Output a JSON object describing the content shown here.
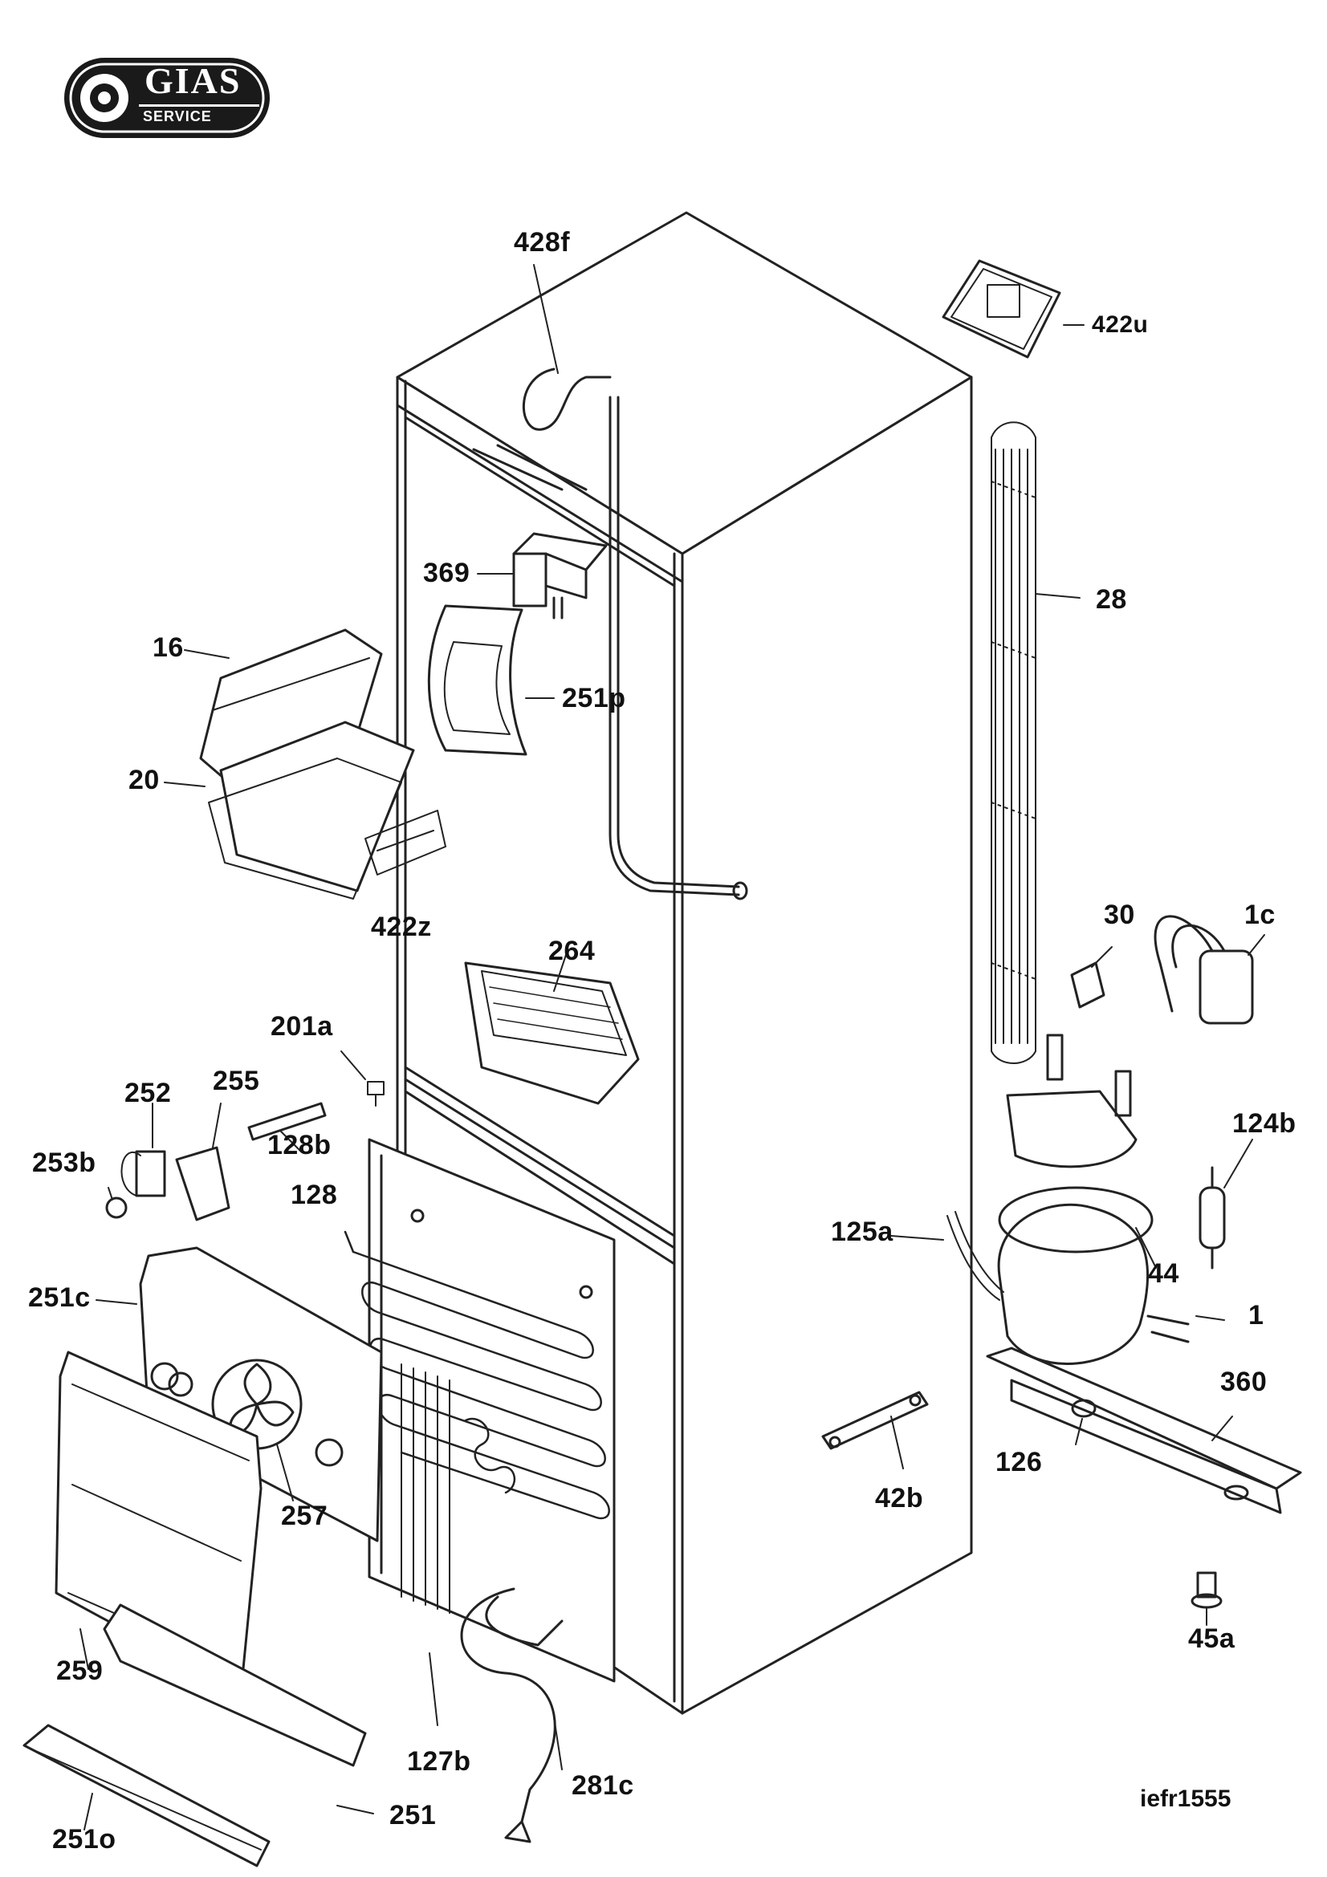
{
  "logo": {
    "brand": "GIAS",
    "sub": "SERVICE"
  },
  "drawing_code": "iefr1555",
  "labels": {
    "l428f": "428f",
    "l422u": "422u",
    "l369": "369",
    "l28": "28",
    "l16": "16",
    "l251p": "251p",
    "l20": "20",
    "l422z": "422z",
    "l264": "264",
    "l30": "30",
    "l1c": "1c",
    "l201a": "201a",
    "l252": "252",
    "l255": "255",
    "l128b": "128b",
    "l253b": "253b",
    "l128": "128",
    "l124b": "124b",
    "l125a": "125a",
    "l44": "44",
    "l251c": "251c",
    "l1": "1",
    "l360": "360",
    "l126": "126",
    "l42b": "42b",
    "l257": "257",
    "l45a": "45a",
    "l259": "259",
    "l127b": "127b",
    "l281c": "281c",
    "l251": "251",
    "l251o": "251o"
  },
  "colors": {
    "line": "#222222",
    "label": "#111111",
    "logo_bg": "#1a1a1a"
  }
}
